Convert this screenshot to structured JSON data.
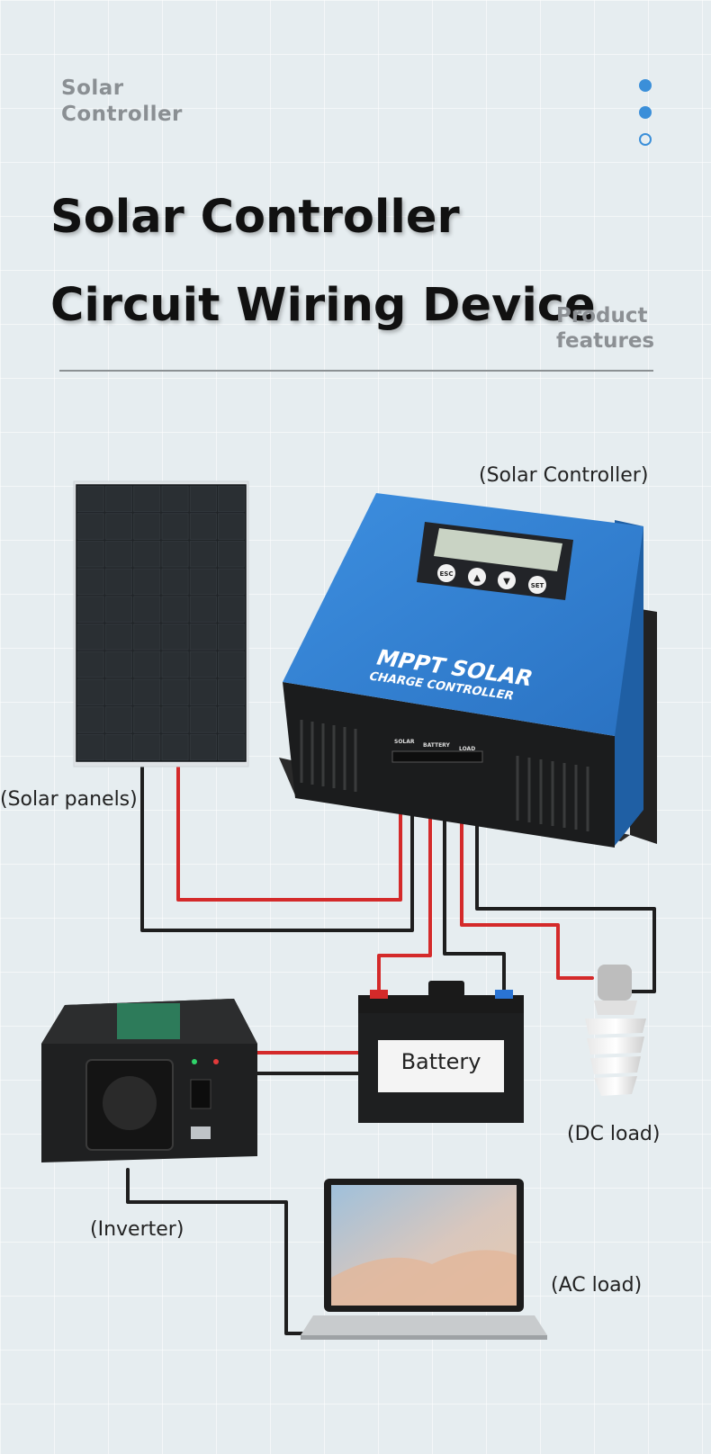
{
  "header": {
    "eyebrow": "Solar\nController",
    "title_line1": "Solar Controller",
    "title_line2": "Circuit Wiring Device",
    "side_tag": "Product\nfeatures"
  },
  "pager": {
    "count": 3,
    "active": [
      0,
      1
    ]
  },
  "device": {
    "brand_line1": "MPPT SOLAR",
    "brand_line2": "CHARGE CONTROLLER",
    "btn_esc": "ESC",
    "btn_set": "SET",
    "terminal_solar": "SOLAR",
    "terminal_battery": "BATTERY",
    "terminal_load": "LOAD"
  },
  "battery_label": "Battery",
  "labels": {
    "solar_controller": "(Solar Controller)",
    "solar_panels": "(Solar panels)",
    "dc_load": "(DC load)",
    "inverter": "(Inverter)",
    "ac_load": "(AC load)"
  },
  "colors": {
    "accent": "#3b8fd9",
    "controller_blue": "#2f7fd0",
    "wire_red": "#d42a2a",
    "wire_black": "#1e1e1e"
  }
}
